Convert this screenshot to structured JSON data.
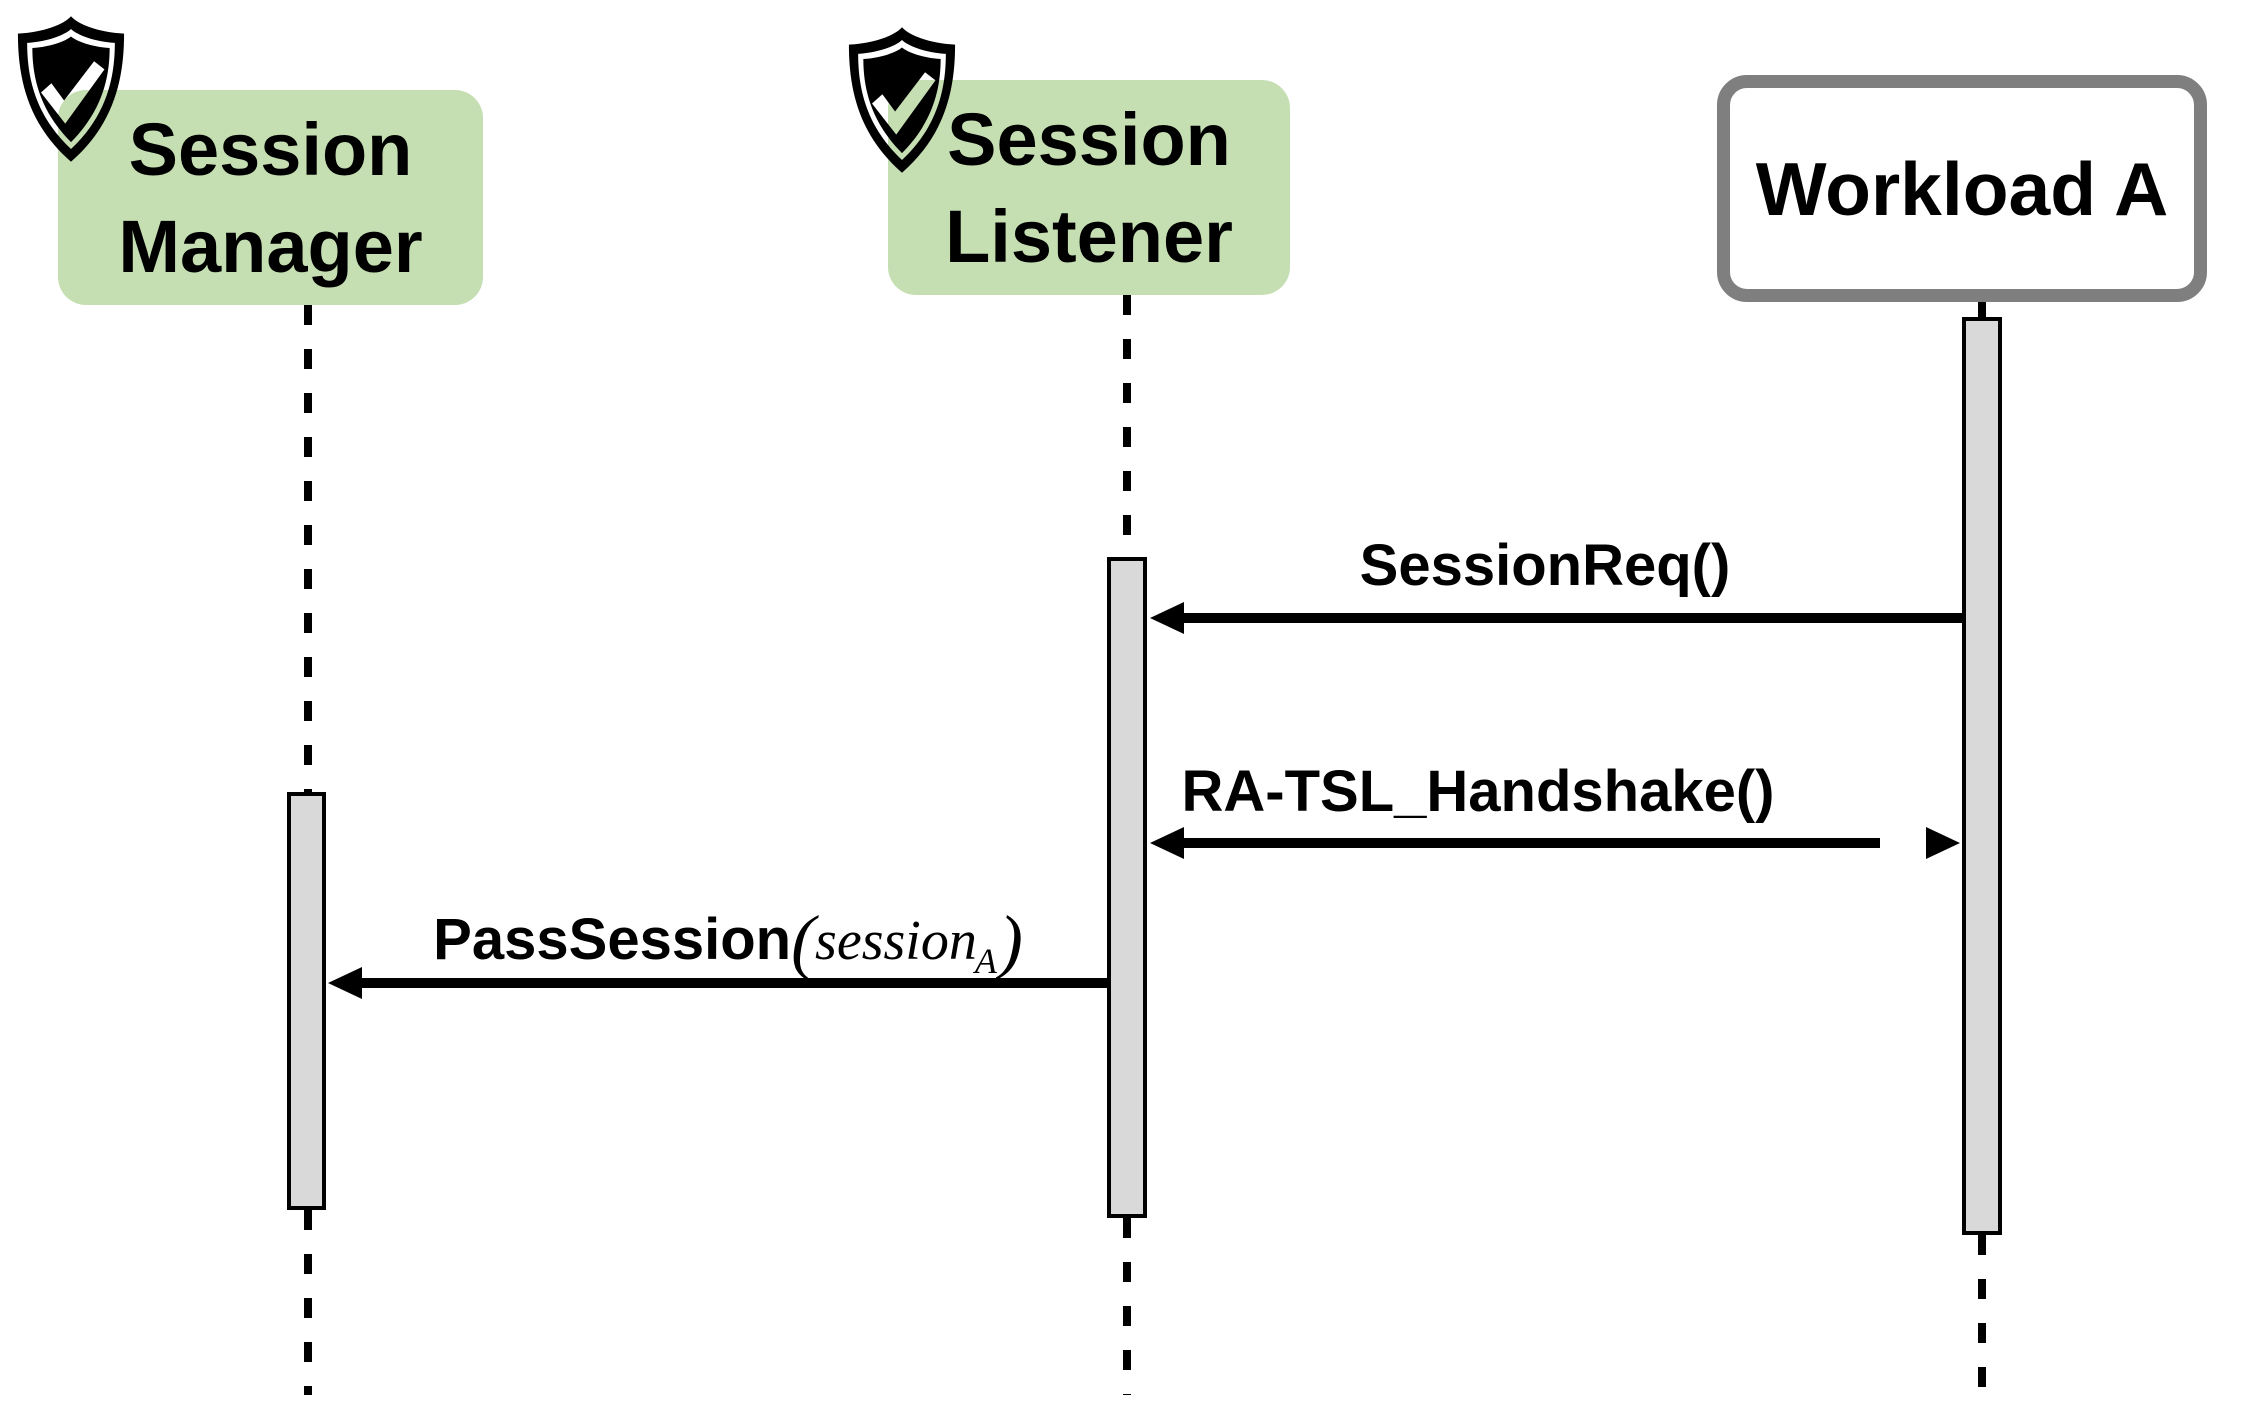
{
  "diagram_type": "sequence-diagram",
  "participants": [
    {
      "id": "session-manager",
      "name": "Session Manager",
      "lines": [
        "Session",
        "Manager"
      ],
      "trusted": true,
      "box_style": "green"
    },
    {
      "id": "session-listener",
      "name": "Session Listener",
      "lines": [
        "Session",
        "Listener"
      ],
      "trusted": true,
      "box_style": "green"
    },
    {
      "id": "workload-a",
      "name": "Workload A",
      "lines": [
        "Workload A"
      ],
      "trusted": false,
      "box_style": "white-gray-border"
    }
  ],
  "messages": [
    {
      "label": "SessionReq()",
      "from": "workload-a",
      "to": "session-listener",
      "arrow": "left"
    },
    {
      "label": "RA-TSL_Handshake()",
      "from": "session-listener",
      "to": "workload-a",
      "arrow": "both"
    },
    {
      "label": "PassSession(session_A)",
      "parts": {
        "prefix": "PassSession",
        "open": "(",
        "arg": "session",
        "sub": "A",
        "close": ")"
      },
      "from": "session-listener",
      "to": "session-manager",
      "arrow": "left"
    }
  ],
  "icons": [
    {
      "name": "shield-check-icon",
      "on": "session-manager"
    },
    {
      "name": "shield-check-icon",
      "on": "session-listener"
    }
  ],
  "colors": {
    "participant_green": "#c5dfb3",
    "activation_fill": "#d9d9d9",
    "workload_border_gray": "#7f7f7f",
    "line_black": "#000000",
    "background": "#ffffff"
  }
}
